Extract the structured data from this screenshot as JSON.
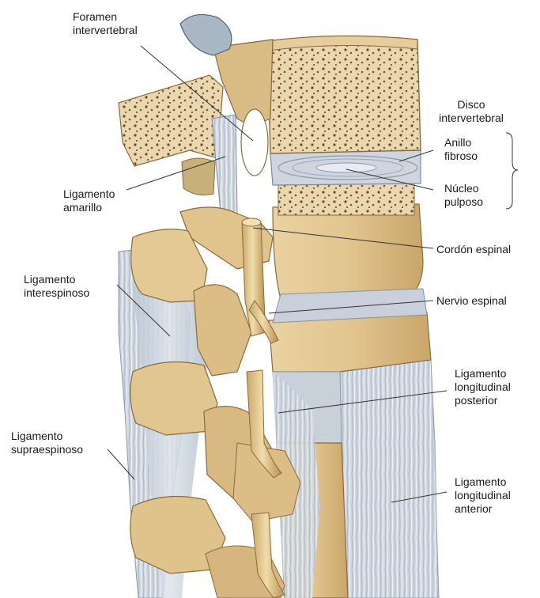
{
  "labels": {
    "foramen": {
      "line1": "Foramen",
      "line2": "intervertebral"
    },
    "disco": {
      "line1": "Disco",
      "line2": "intervertebral"
    },
    "anillo": {
      "line1": "Anillo",
      "line2": "fibroso"
    },
    "nucleo": {
      "line1": "Núcleo",
      "line2": "pulposo"
    },
    "amarillo": {
      "line1": "Ligamento",
      "line2": "amarillo"
    },
    "cordon": {
      "line1": "Cordón espinal"
    },
    "interespinoso": {
      "line1": "Ligamento",
      "line2": "interespinoso"
    },
    "nervio": {
      "line1": "Nervio espinal"
    },
    "long_posterior": {
      "line1": "Ligamento",
      "line2": "longitudinal",
      "line3": "posterior"
    },
    "supraespinoso": {
      "line1": "Ligamento",
      "line2": "supraespinoso"
    },
    "long_anterior": {
      "line1": "Ligamento",
      "line2": "longitudinal",
      "line3": "anterior"
    }
  },
  "colors": {
    "bone": "#e3c792",
    "bone_shadow": "#b8935a",
    "ligament": "#c6d1dc",
    "disc": "#cbd2dc",
    "nerve": "#dcc28a",
    "leader_line": "#333333"
  }
}
